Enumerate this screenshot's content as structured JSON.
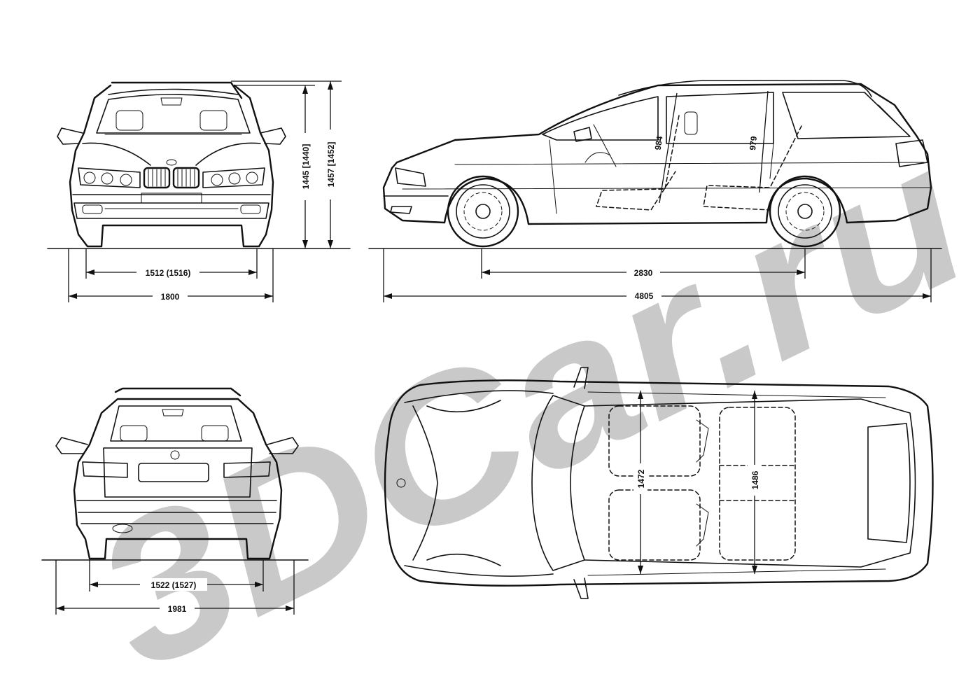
{
  "watermark": {
    "text": "3DCar.ru",
    "color": "#c9c9c9"
  },
  "dimensions": {
    "front_track": "1512 (1516)",
    "front_width": "1800",
    "height_without_rails": "1445 [1440]",
    "height_with_rails": "1457 [1452]",
    "wheelbase": "2830",
    "length": "4805",
    "front_headroom": "984",
    "rear_headroom": "979",
    "rear_track": "1522 (1527)",
    "width_with_mirrors": "1981",
    "front_shoulder_width": "1472",
    "rear_shoulder_width": "1486"
  }
}
